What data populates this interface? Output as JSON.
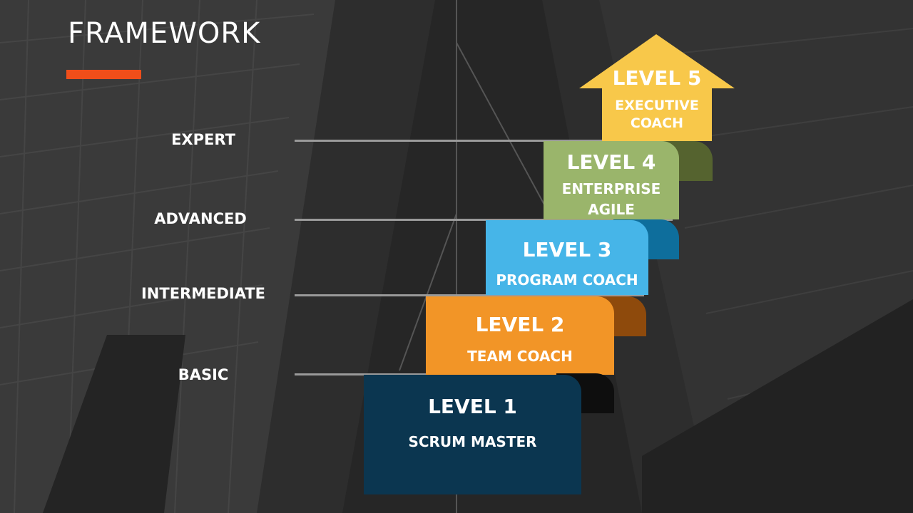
{
  "title": "FRAMEWORK",
  "colors": {
    "accent": "#f04e1a",
    "level1": "#0b3650",
    "level2": "#f29527",
    "level3": "#46b5e8",
    "level4": "#9ab56b",
    "level5": "#f8c84a"
  },
  "tiers": [
    "EXPERT",
    "ADVANCED",
    "INTERMEDIATE",
    "BASIC"
  ],
  "levels": [
    {
      "level": "LEVEL 1",
      "role": "SCRUM MASTER"
    },
    {
      "level": "LEVEL 2",
      "role": "TEAM COACH"
    },
    {
      "level": "LEVEL 3",
      "role": "PROGRAM COACH"
    },
    {
      "level": "LEVEL 4",
      "role": "ENTERPRISE AGILE COACH"
    },
    {
      "level": "LEVEL 5",
      "role": "EXECUTIVE COACH"
    }
  ]
}
